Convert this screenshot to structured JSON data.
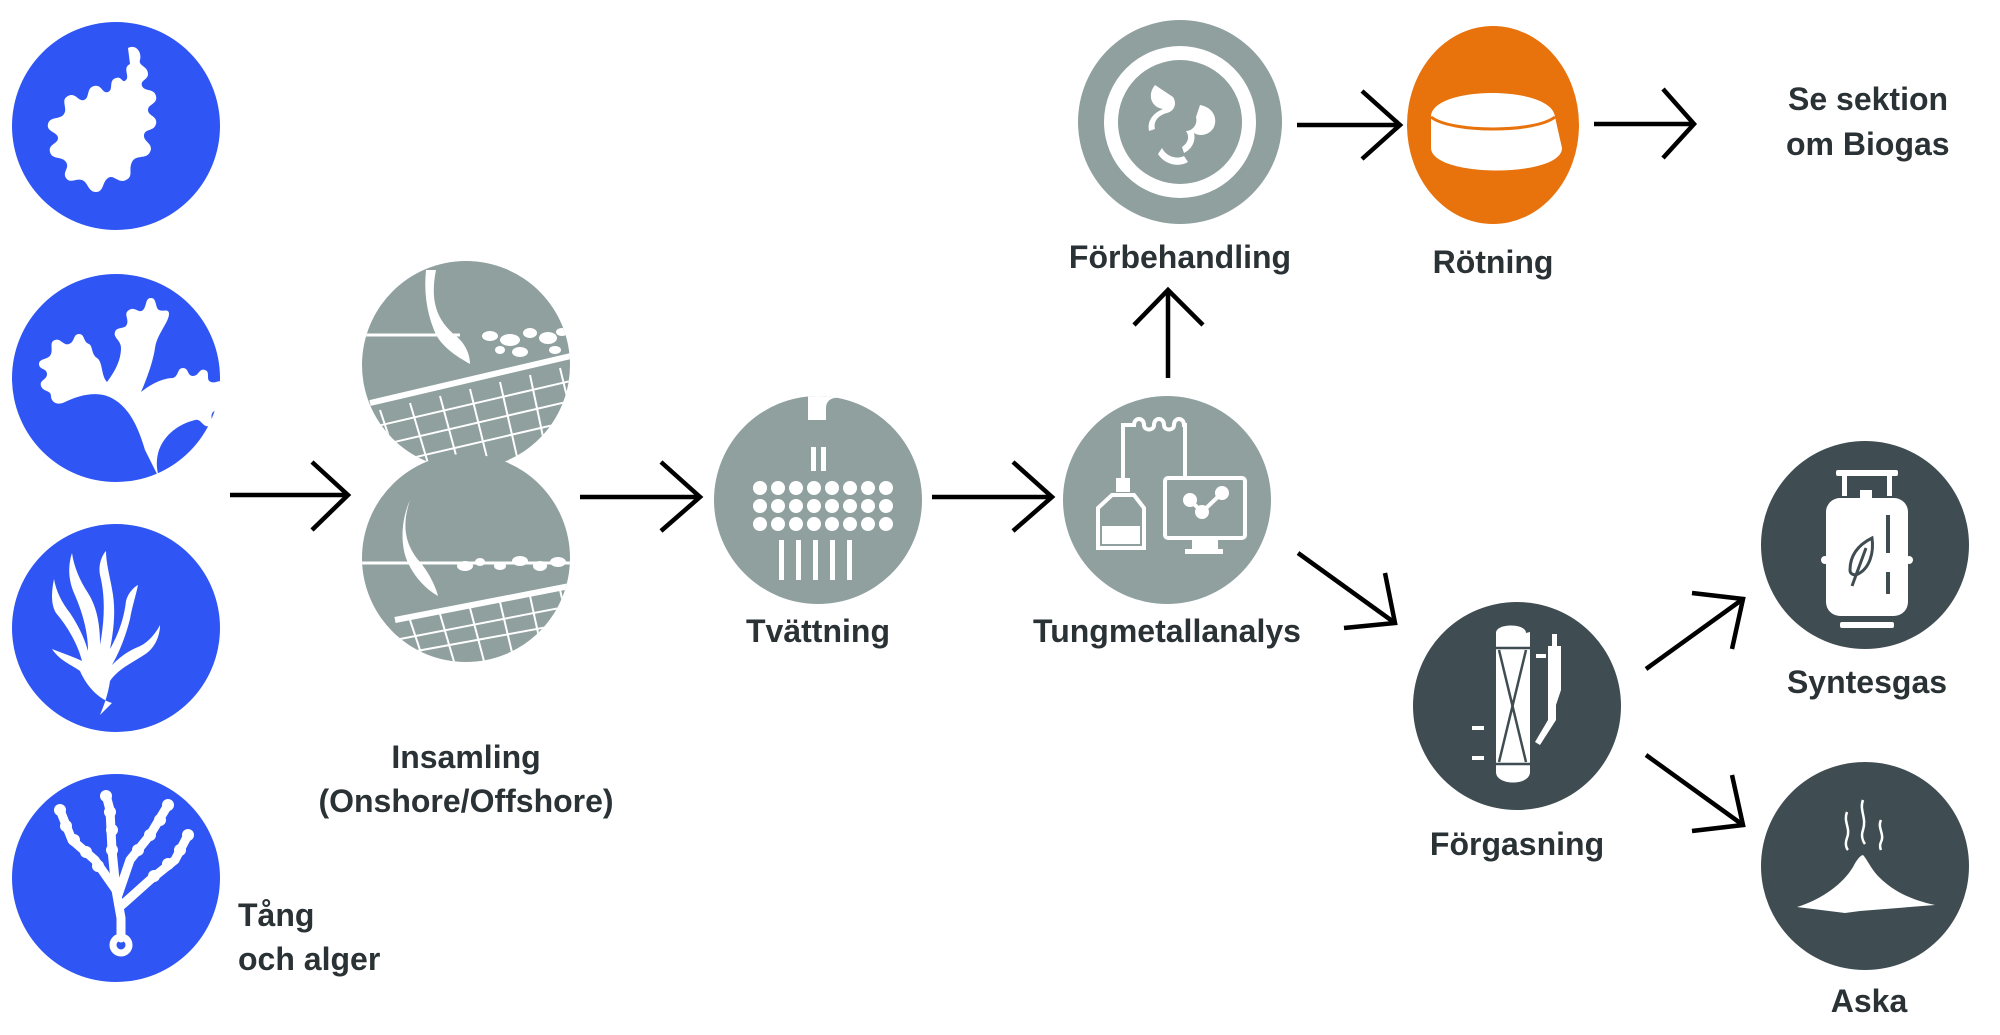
{
  "colors": {
    "source_blue": "#2f56f4",
    "process_gray": "#8fa09f",
    "digestion_orange": "#e8720c",
    "output_dark": "#3f4d52",
    "label_text": "#2a3235",
    "arrow": "#000000",
    "icon_fill": "#ffffff"
  },
  "sources": {
    "label_line1": "Tång",
    "label_line2": "och alger",
    "icons": [
      "seaweed-coralline-icon",
      "seaweed-branching-icon",
      "seaweed-kelp-icon",
      "seaweed-beaded-icon"
    ]
  },
  "steps": {
    "insamling": {
      "label_line1": "Insamling",
      "label_line2": "(Onshore/Offshore)",
      "icons": [
        "shore-collection-onshore-icon",
        "shore-collection-offshore-icon"
      ]
    },
    "tvattning": {
      "label": "Tvättning",
      "icon": "washing-shower-icon"
    },
    "tungmetallanalys": {
      "label": "Tungmetallanalys",
      "icon": "lab-analysis-monitor-icon"
    },
    "forbehandling": {
      "label": "Förbehandling",
      "icon": "pretreatment-mixer-icon"
    },
    "rotning": {
      "label": "Rötning",
      "icon": "digester-tank-icon"
    },
    "biogas_ref": {
      "label_line1": "Se sektion",
      "label_line2": "om Biogas"
    },
    "forgasning": {
      "label": "Förgasning",
      "icon": "gasifier-reactor-icon"
    },
    "syntesgas": {
      "label": "Syntesgas",
      "icon": "gas-cylinder-leaf-icon"
    },
    "aska": {
      "label": "Aska",
      "icon": "ash-pile-icon"
    }
  },
  "flows": [
    {
      "from": "Tång och alger",
      "to": "Insamling"
    },
    {
      "from": "Insamling",
      "to": "Tvättning"
    },
    {
      "from": "Tvättning",
      "to": "Tungmetallanalys"
    },
    {
      "from": "Tungmetallanalys",
      "to": "Förbehandling"
    },
    {
      "from": "Förbehandling",
      "to": "Rötning"
    },
    {
      "from": "Rötning",
      "to": "Se sektion om Biogas"
    },
    {
      "from": "Tungmetallanalys",
      "to": "Förgasning"
    },
    {
      "from": "Förgasning",
      "to": "Syntesgas"
    },
    {
      "from": "Förgasning",
      "to": "Aska"
    }
  ]
}
